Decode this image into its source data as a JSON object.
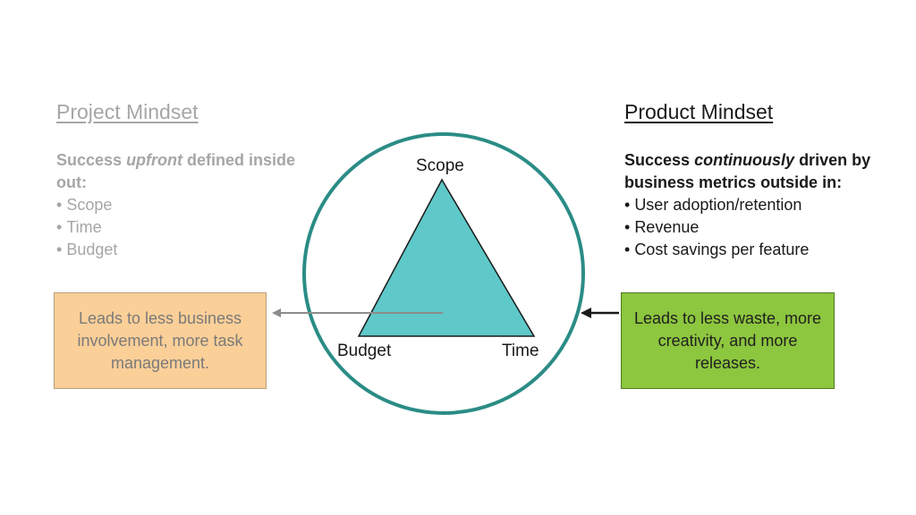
{
  "left": {
    "title": "Project Mindset",
    "lead_before": "Success ",
    "lead_emph": "upfront",
    "lead_after": " defined inside out:",
    "items": [
      "Scope",
      "Time",
      "Budget"
    ],
    "box_text": "Leads to less business involvement, more task management."
  },
  "right": {
    "title": "Product Mindset",
    "lead_before": "Success ",
    "lead_emph": "continuously",
    "lead_after": " driven by business metrics outside in:",
    "items": [
      "User adoption/retention",
      "Revenue",
      "Cost savings per feature"
    ],
    "box_text": "Leads to less waste, more creativity, and more releases."
  },
  "triangle": {
    "top_label": "Scope",
    "bottom_left_label": "Budget",
    "bottom_right_label": "Time"
  },
  "colors": {
    "circle": "#2b8c86",
    "triangle_fill": "#5fc8c8",
    "left_box": "#fbcf98",
    "right_box": "#8dc63f",
    "muted_text": "#a6a6a6",
    "left_arrow": "#8c8c8c",
    "right_arrow": "#1a1a1a"
  }
}
